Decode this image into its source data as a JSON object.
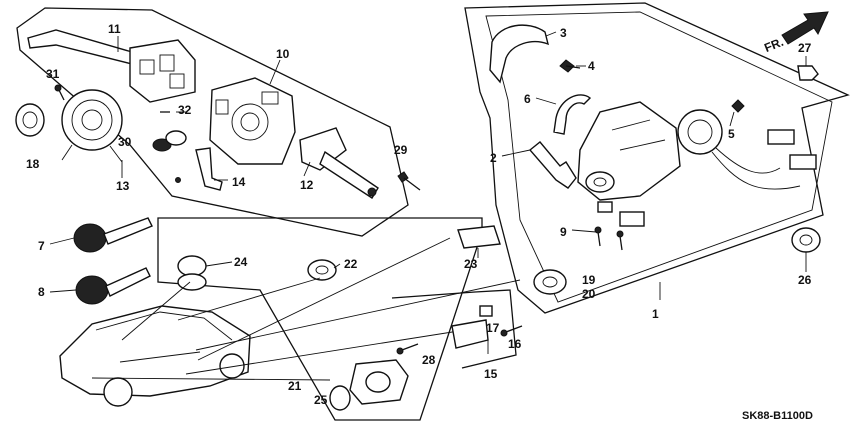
{
  "diagram_code": "SK88-B1100D",
  "direction_label": "FR.",
  "callouts": [
    {
      "id": "c1",
      "label": "1"
    },
    {
      "id": "c2",
      "label": "2"
    },
    {
      "id": "c3",
      "label": "3"
    },
    {
      "id": "c4",
      "label": "4"
    },
    {
      "id": "c5",
      "label": "5"
    },
    {
      "id": "c6",
      "label": "6"
    },
    {
      "id": "c7",
      "label": "7"
    },
    {
      "id": "c8",
      "label": "8"
    },
    {
      "id": "c9",
      "label": "9"
    },
    {
      "id": "c10",
      "label": "10"
    },
    {
      "id": "c11",
      "label": "11"
    },
    {
      "id": "c12",
      "label": "12"
    },
    {
      "id": "c13",
      "label": "13"
    },
    {
      "id": "c14",
      "label": "14"
    },
    {
      "id": "c15",
      "label": "15"
    },
    {
      "id": "c16",
      "label": "16"
    },
    {
      "id": "c17",
      "label": "17"
    },
    {
      "id": "c18",
      "label": "18"
    },
    {
      "id": "c19",
      "label": "19"
    },
    {
      "id": "c20",
      "label": "20"
    },
    {
      "id": "c21",
      "label": "21"
    },
    {
      "id": "c22",
      "label": "22"
    },
    {
      "id": "c23",
      "label": "23"
    },
    {
      "id": "c24",
      "label": "24"
    },
    {
      "id": "c25",
      "label": "25"
    },
    {
      "id": "c26",
      "label": "26"
    },
    {
      "id": "c27",
      "label": "27"
    },
    {
      "id": "c28",
      "label": "28"
    },
    {
      "id": "c29",
      "label": "29"
    },
    {
      "id": "c30",
      "label": "30"
    },
    {
      "id": "c31",
      "label": "31"
    },
    {
      "id": "c32",
      "label": "32"
    }
  ]
}
